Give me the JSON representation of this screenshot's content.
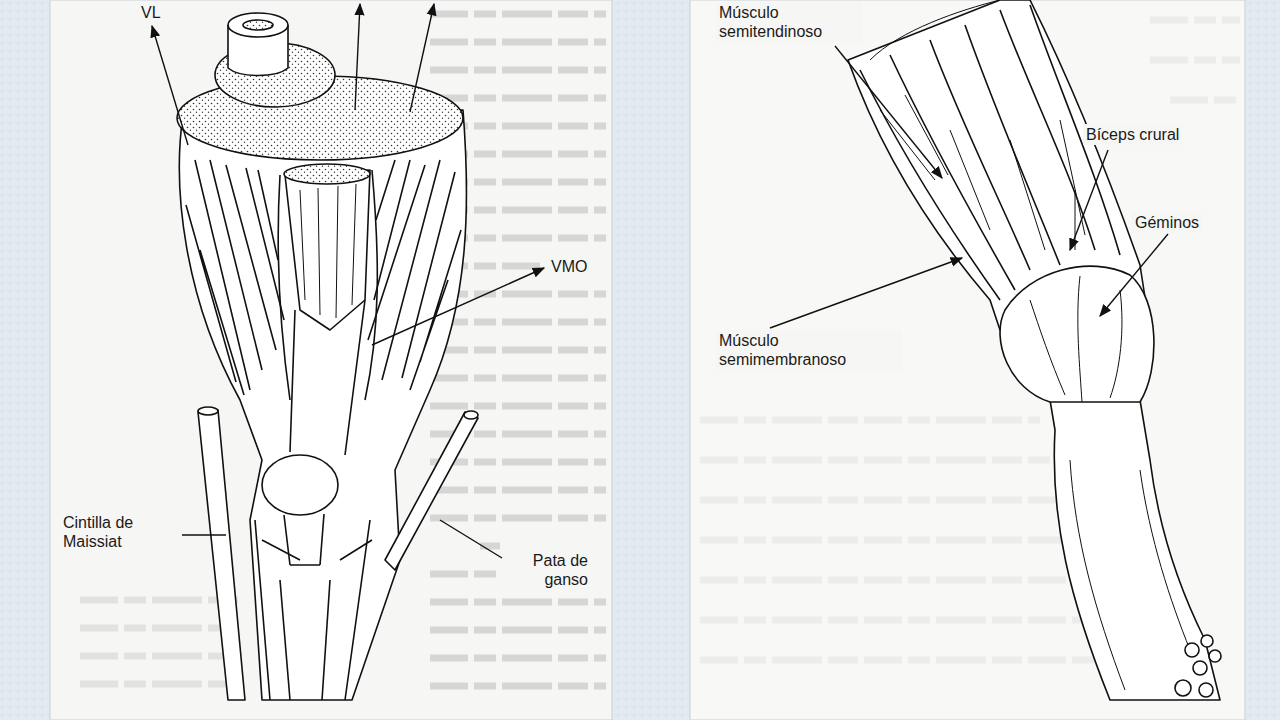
{
  "diagram": {
    "labels": [
      "VL",
      "VMO",
      "Cintilla de Maissiat",
      "Pata de ganso",
      "Músculo semitendinoso",
      "Bíceps crural",
      "Géminos",
      "Músculo semimembranoso"
    ]
  }
}
